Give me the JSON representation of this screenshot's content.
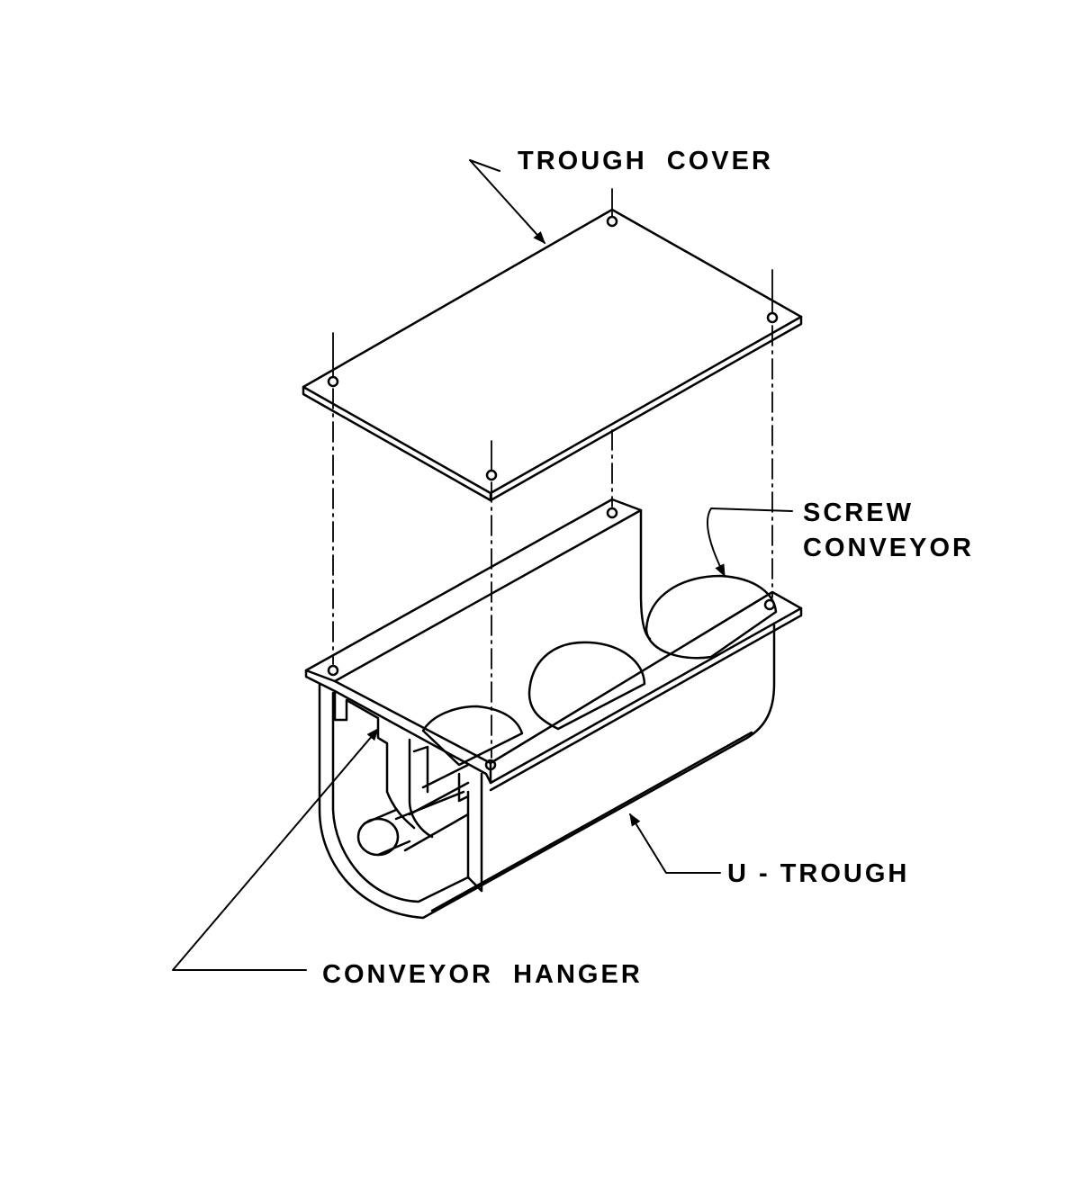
{
  "labels": {
    "trough_cover": "TROUGH  COVER",
    "screw_conveyor_line1": "SCREW",
    "screw_conveyor_line2": "CONVEYOR",
    "u_trough": "U - TROUGH",
    "conveyor_hanger": "CONVEYOR  HANGER"
  },
  "colors": {
    "ink": "#000000",
    "paper": "#ffffff"
  }
}
